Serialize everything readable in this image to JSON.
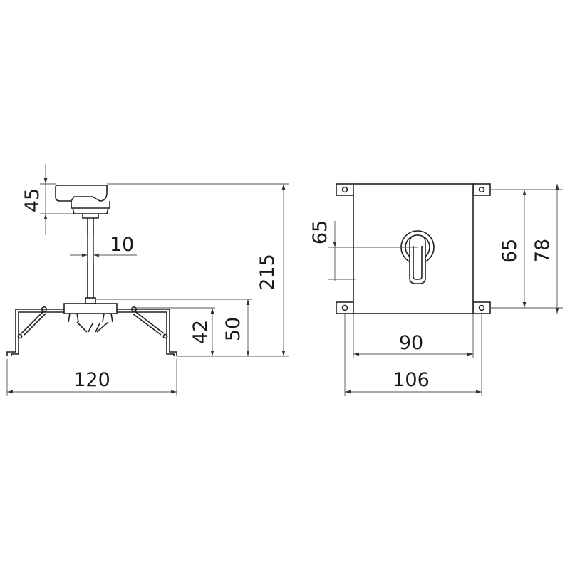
{
  "side_view": {
    "dim_knob_height": "45",
    "dim_shaft_diameter": "10",
    "dim_total_height": "215",
    "dim_inner_height": "42",
    "dim_bracket_height": "50",
    "dim_total_width": "120"
  },
  "front_view": {
    "dim_handle_offset": "65",
    "dim_hole_pitch_vertical": "65",
    "dim_plate_height": "78",
    "dim_plate_width": "90",
    "dim_total_width": "106"
  },
  "colors": {
    "line": "#222222",
    "dimension": "#555555",
    "background": "#ffffff"
  }
}
